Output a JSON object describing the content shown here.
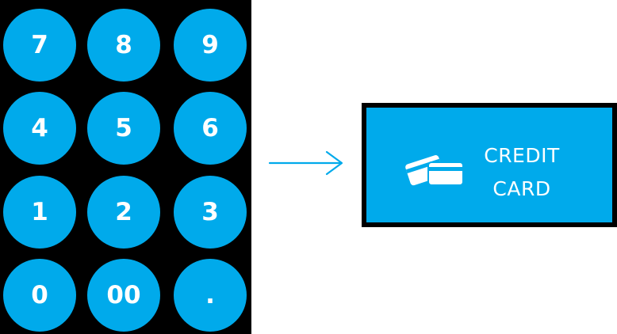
{
  "keypad": {
    "keys": [
      "7",
      "8",
      "9",
      "4",
      "5",
      "6",
      "1",
      "2",
      "3",
      "0",
      "00",
      "."
    ]
  },
  "payment": {
    "credit_card_line1": "CREDIT",
    "credit_card_line2": "CARD",
    "icon": "credit-cards-icon"
  },
  "colors": {
    "accent": "#00aaeb",
    "keypad_background": "#000000",
    "text": "#ffffff"
  }
}
